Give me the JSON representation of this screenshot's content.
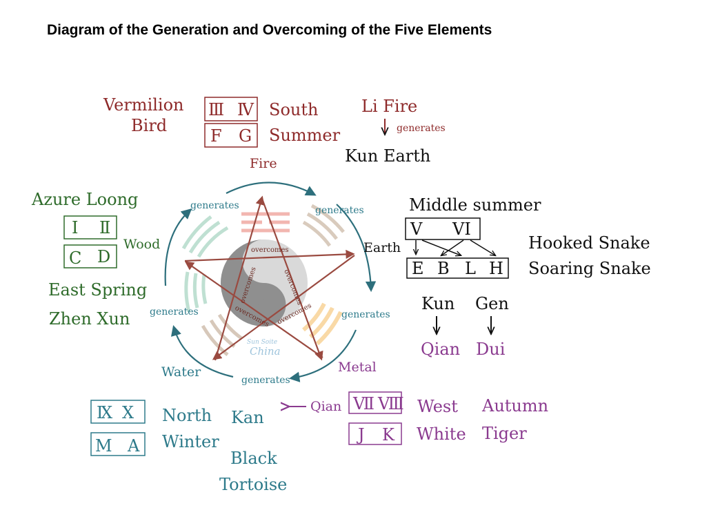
{
  "title": "Diagram of the Generation and Overcoming of the Five Elements",
  "colors": {
    "fire": "#8e2a2a",
    "wood": "#2e6b2a",
    "earth": "#111111",
    "metal": "#8a3a8f",
    "water": "#2d7a8a",
    "cycle": "#2d6f7c",
    "star": "#9a4a40",
    "taiji_dark": "#8a8a8a",
    "taiji_light": "#d8d8d8"
  },
  "elements": {
    "fire": "Fire",
    "wood": "Wood",
    "earth": "Earth",
    "metal": "Metal",
    "water": "Water"
  },
  "cycle_labels": {
    "top_left": "generates",
    "top_right": "generates",
    "right": "generates",
    "bottom": "generates",
    "left": "generates"
  },
  "overcome_labels": [
    "overcomes",
    "overcomes",
    "overcomes",
    "overcomes",
    "overcomes"
  ],
  "watermark": {
    "top": "Sun Soite",
    "bottom": "China"
  },
  "south_block": {
    "animal_line1": "Vermilion",
    "animal_line2": "Bird",
    "numerals": [
      "Ⅲ",
      "Ⅳ"
    ],
    "letters": [
      "F",
      "G"
    ],
    "direction": "South",
    "season": "Summer"
  },
  "li_block": {
    "source": "Li Fire",
    "verb": "generates",
    "target": "Kun Earth"
  },
  "east_block": {
    "animal": "Azure Loong",
    "numerals": [
      "I",
      "Ⅱ"
    ],
    "letters": [
      "C",
      "D"
    ],
    "direction_season": "East Spring",
    "trigrams": "Zhen Xun"
  },
  "center_block": {
    "title": "Middle summer",
    "numerals": [
      "V",
      "VI"
    ],
    "letters": [
      "E",
      "B",
      "L",
      "H"
    ],
    "animal_line1": "Hooked Snake",
    "animal_line2": "Soaring Snake",
    "trigram_a": "Kun",
    "trigram_b": "Gen",
    "result_a": "Qian",
    "result_b": "Dui"
  },
  "west_block": {
    "arrow_label": "Qian",
    "numerals": [
      "Ⅶ",
      "Ⅷ"
    ],
    "letters": [
      "J",
      "K"
    ],
    "direction": "West",
    "color": "White",
    "season": "Autumn",
    "animal": "Tiger"
  },
  "north_block": {
    "numerals": [
      "Ⅸ",
      "X"
    ],
    "letters": [
      "M",
      "A"
    ],
    "direction": "North",
    "season": "Winter",
    "trigram": "Kan",
    "animal_line1": "Black",
    "animal_line2": "Tortoise"
  }
}
